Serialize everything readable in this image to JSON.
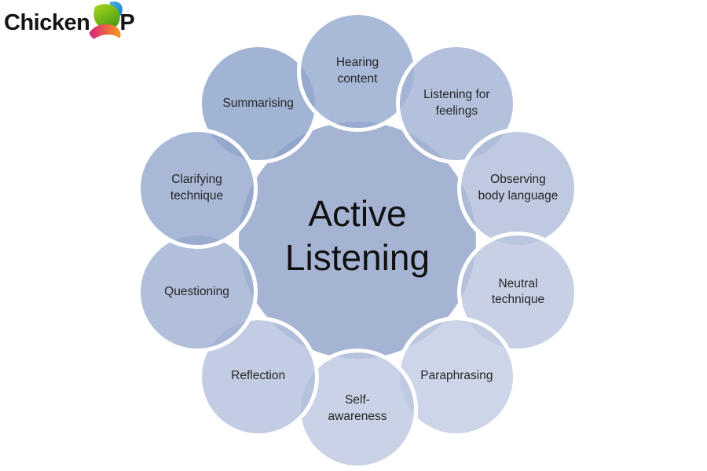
{
  "logo": {
    "brand_left": "Chicken",
    "brand_right": "P",
    "text_color": "#141414",
    "icon": "chickenqp-swirl-icon",
    "icon_colors": {
      "blue_light": "#4ab8ea",
      "blue_dark": "#1277b6",
      "green_light": "#a8da1e",
      "green_dark": "#4a9d12",
      "pink": "#d6217e",
      "orange": "#f89b1b"
    }
  },
  "diagram": {
    "title": "Active Listening radial diagram",
    "center_label": "Active Listening",
    "center_color": "#a6b4d3",
    "label_text_color": "#262626",
    "nodes": [
      {
        "label": "Hearing content",
        "color": "rgba(148,168,206,0.8)"
      },
      {
        "label": "Listening for feelings",
        "color": "rgba(161,178,211,0.8)"
      },
      {
        "label": "Observing body language",
        "color": "rgba(175,188,216,0.8)"
      },
      {
        "label": "Neutral technique",
        "color": "rgba(185,196,223,0.8)"
      },
      {
        "label": "Paraphrasing",
        "color": "rgba(193,203,226,0.8)"
      },
      {
        "label": "Self-awareness",
        "color": "rgba(188,199,224,0.8)"
      },
      {
        "label": "Reflection",
        "color": "rgba(179,191,219,0.8)"
      },
      {
        "label": "Questioning",
        "color": "rgba(159,175,209,0.8)"
      },
      {
        "label": "Clarifying technique",
        "color": "rgba(146,166,204,0.8)"
      },
      {
        "label": "Summarising",
        "color": "rgba(139,161,201,0.8)"
      }
    ]
  }
}
